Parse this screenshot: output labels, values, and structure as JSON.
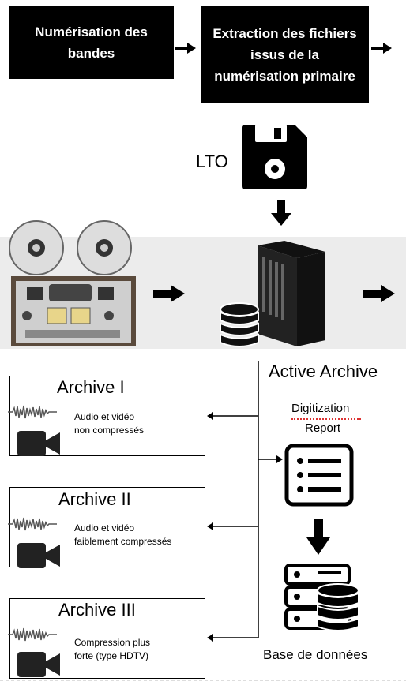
{
  "header": {
    "step1": "Numérisation des bandes",
    "step2": "Extraction des fichiers issus de la numérisation primaire"
  },
  "lto": {
    "label": "LTO",
    "icon": "floppy-disk-icon"
  },
  "active_archive": {
    "title": "Active Archive"
  },
  "report": {
    "line1": "Digitization",
    "line2": "Report"
  },
  "database": {
    "label": "Base de données"
  },
  "archives": [
    {
      "title": "Archive I",
      "line1": "Audio et vidéo",
      "line2": "non compressés"
    },
    {
      "title": "Archive II",
      "line1": "Audio et vidéo",
      "line2": "faiblement compressés"
    },
    {
      "title": "Archive III",
      "line1": "Compression plus",
      "line2": "forte (type HDTV)"
    }
  ],
  "colors": {
    "box": "#000000",
    "band": "#ececec",
    "text_on_box": "#ffffff"
  }
}
